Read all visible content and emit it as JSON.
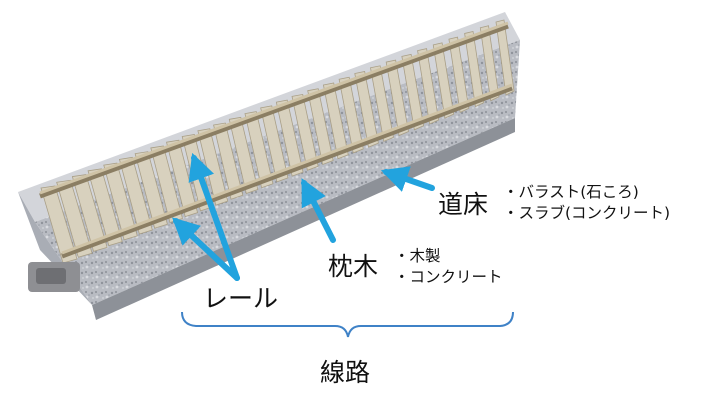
{
  "labels": {
    "rail": "レール",
    "sleeper": "枕木",
    "roadbed": "道床",
    "track": "線路"
  },
  "sleeper_notes": [
    "・木製",
    "・コンクリート"
  ],
  "roadbed_notes": [
    "・バラスト(石ころ)",
    "・スラブ(コンクリート)"
  ],
  "colors": {
    "arrow": "#22a3de",
    "bracket": "#3f82c7",
    "ballast": "#b9bcc3",
    "ballast_dark": "#9fa3ab",
    "sleeper": "#d8d1be",
    "sleeper_edge": "#a99f87",
    "rail": "#cfc3a6",
    "rail_dark": "#8b7e63"
  }
}
